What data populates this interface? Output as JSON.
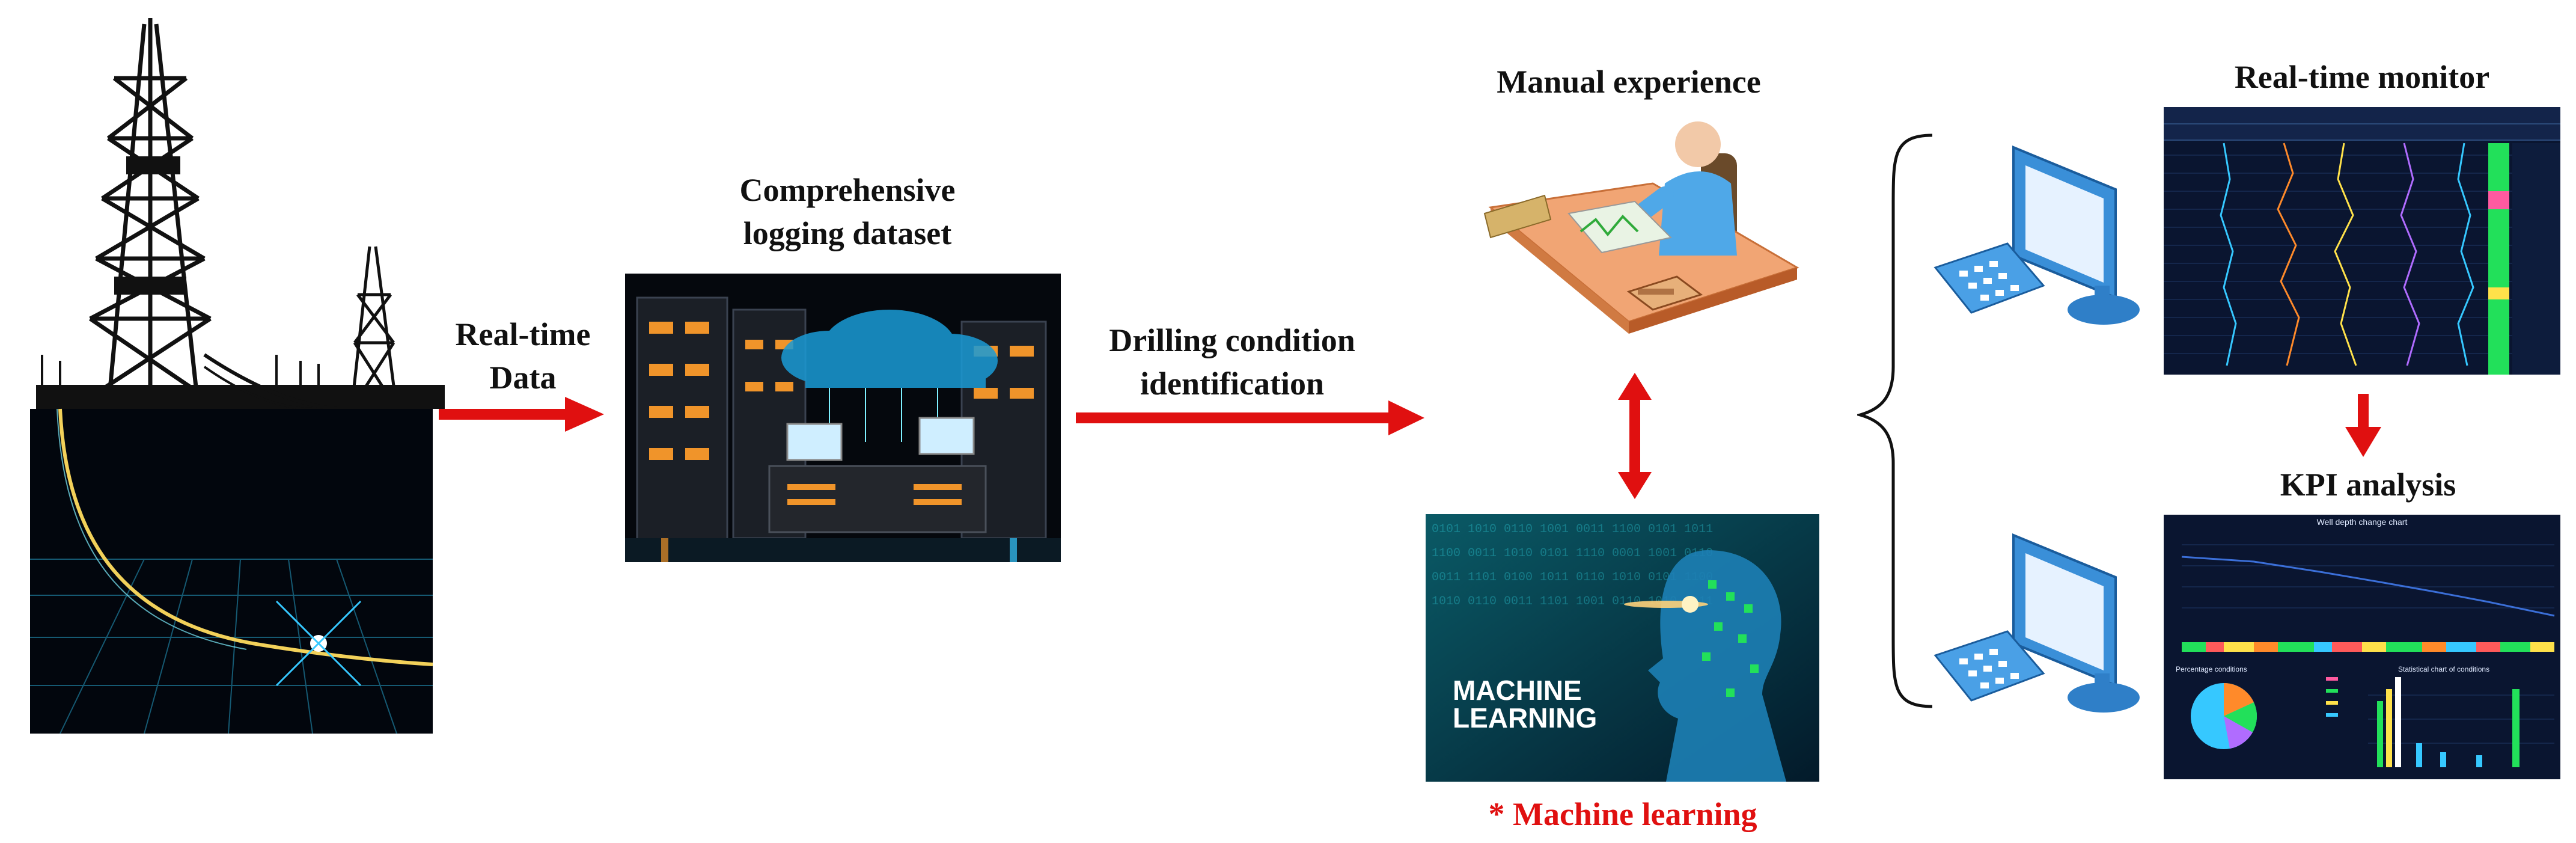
{
  "labels": {
    "realtime_data": [
      "Real-time",
      "Data"
    ],
    "dataset": [
      "Comprehensive",
      "logging dataset"
    ],
    "drilling": [
      "Drilling condition",
      "identification"
    ],
    "manual": "Manual experience",
    "machine_learning": "* Machine learning",
    "realtime_monitor": "Real-time monitor",
    "kpi": "KPI analysis"
  },
  "ml_image_text": [
    "MACHINE",
    "LEARNING"
  ],
  "kpi_screen": {
    "chart_title": "Well depth change chart",
    "pie_title": "Percentage conditions",
    "bar_title": "Statistical chart of conditions"
  },
  "colors": {
    "arrow": "#e01010",
    "screen_bg": "#0a1530",
    "accent_cyan": "#36c8ff",
    "green_bar": "#22e05a"
  },
  "icons": [
    "oil-rig-icon",
    "server-cloud-icon",
    "desk-worker-icon",
    "computer-icon",
    "brace-icon"
  ]
}
